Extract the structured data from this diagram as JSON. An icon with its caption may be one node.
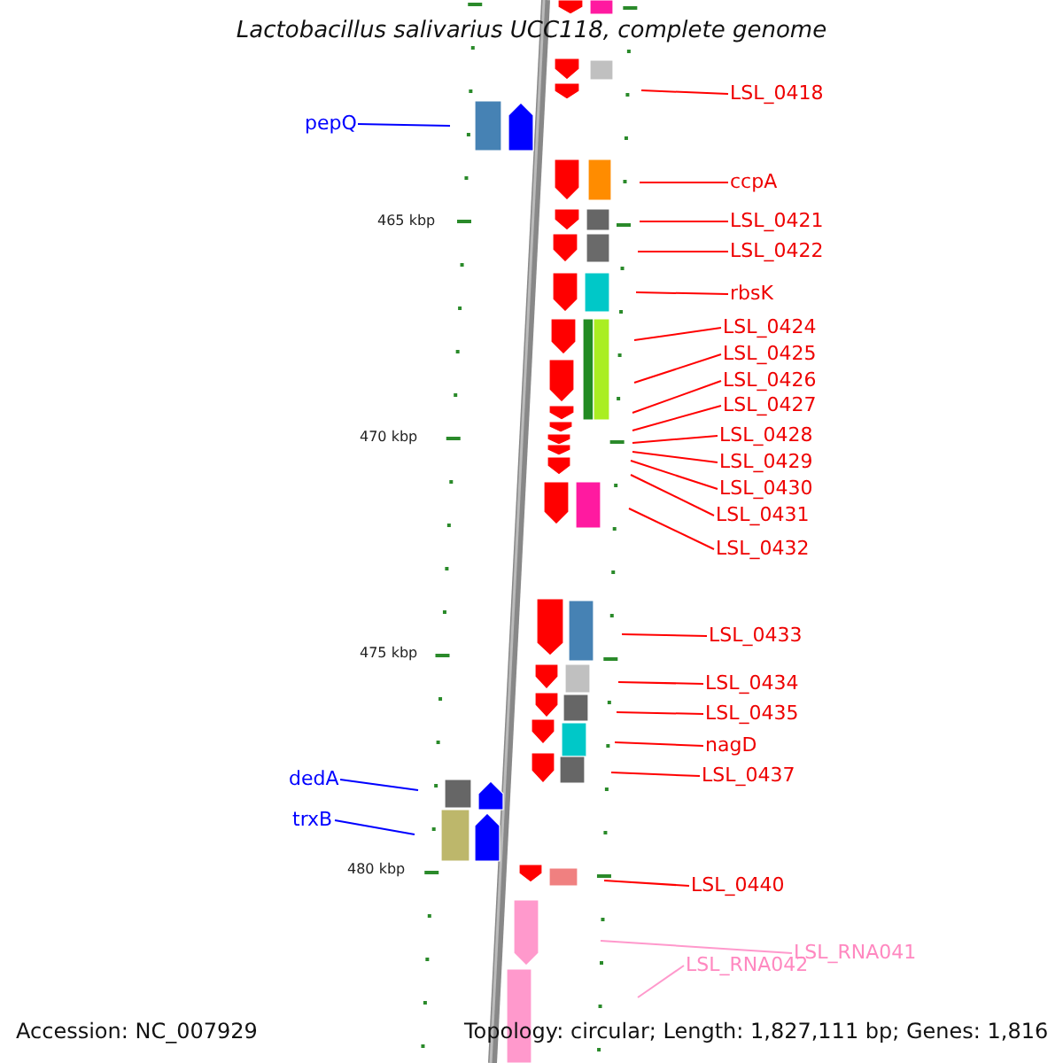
{
  "diagram": {
    "title": "Lactobacillus salivarius UCC118, complete genome",
    "nodes": [
      {
        "text": [
          "LSL_0418"
        ]
      },
      {
        "text": [
          "pepQ"
        ]
      },
      {
        "text": [
          "ccpA"
        ]
      },
      {
        "text": [
          "LSL_0421"
        ]
      },
      {
        "text": [
          "LSL_0422"
        ]
      },
      {
        "text": [
          "rbsK"
        ]
      },
      {
        "text": [
          "LSL_0424"
        ]
      },
      {
        "text": [
          "LSL_0425"
        ]
      },
      {
        "text": [
          "LSL_0426"
        ]
      },
      {
        "text": [
          "LSL_0427"
        ]
      },
      {
        "text": [
          "LSL_0428"
        ]
      },
      {
        "text": [
          "LSL_0429"
        ]
      },
      {
        "text": [
          "LSL_0430"
        ]
      },
      {
        "text": [
          "LSL_0431"
        ]
      },
      {
        "text": [
          "LSL_0432"
        ]
      },
      {
        "text": [
          "LSL_0433"
        ]
      },
      {
        "text": [
          "LSL_0434"
        ]
      },
      {
        "text": [
          "LSL_0435"
        ]
      },
      {
        "text": [
          "nagD"
        ]
      },
      {
        "text": [
          "LSL_0437"
        ]
      },
      {
        "text": [
          "dedA"
        ]
      },
      {
        "text": [
          "trxB"
        ]
      },
      {
        "text": [
          "LSL_0440"
        ]
      },
      {
        "text": [
          "LSL_RNA041"
        ]
      },
      {
        "text": [
          "LSL_RNA042"
        ]
      }
    ],
    "edges": [
      {
        "from": 0,
        "to": null,
        "arrow": "none"
      },
      {
        "from": 1,
        "to": null,
        "arrow": "none",
        "color": "#0000ff"
      },
      {
        "from": 2,
        "to": null,
        "arrow": "none"
      },
      {
        "from": 3,
        "to": null,
        "arrow": "none"
      },
      {
        "from": 4,
        "to": null,
        "arrow": "none"
      },
      {
        "from": 5,
        "to": null,
        "arrow": "none"
      },
      {
        "from": 6,
        "to": null,
        "arrow": "none"
      },
      {
        "from": 7,
        "to": null,
        "arrow": "none"
      },
      {
        "from": 8,
        "to": null,
        "arrow": "none"
      },
      {
        "from": 9,
        "to": null,
        "arrow": "none"
      },
      {
        "from": 10,
        "to": null,
        "arrow": "none"
      },
      {
        "from": 11,
        "to": null,
        "arrow": "none"
      },
      {
        "from": 12,
        "to": null,
        "arrow": "none"
      },
      {
        "from": 13,
        "to": null,
        "arrow": "none"
      },
      {
        "from": 14,
        "to": null,
        "arrow": "none"
      },
      {
        "from": 15,
        "to": null,
        "arrow": "none"
      },
      {
        "from": 16,
        "to": null,
        "arrow": "none"
      },
      {
        "from": 17,
        "to": null,
        "arrow": "none"
      },
      {
        "from": 18,
        "to": null,
        "arrow": "none"
      },
      {
        "from": 19,
        "to": null,
        "arrow": "none"
      },
      {
        "from": 20,
        "to": null,
        "arrow": "none",
        "color": "#0000ff"
      },
      {
        "from": 21,
        "to": null,
        "arrow": "none",
        "color": "#0000ff"
      },
      {
        "from": 22,
        "to": null,
        "arrow": "none"
      },
      {
        "from": 23,
        "to": null,
        "arrow": "none",
        "color": "#ff99cc"
      },
      {
        "from": 24,
        "to": null,
        "arrow": "none",
        "color": "#ff99cc"
      }
    ],
    "labels": [
      "465 kbp",
      "470 kbp",
      "475 kbp",
      "480 kbp",
      "Accession: NC_007929",
      "Topology: circular; Length: 1,827,111 bp; Genes: 1,816"
    ]
  }
}
